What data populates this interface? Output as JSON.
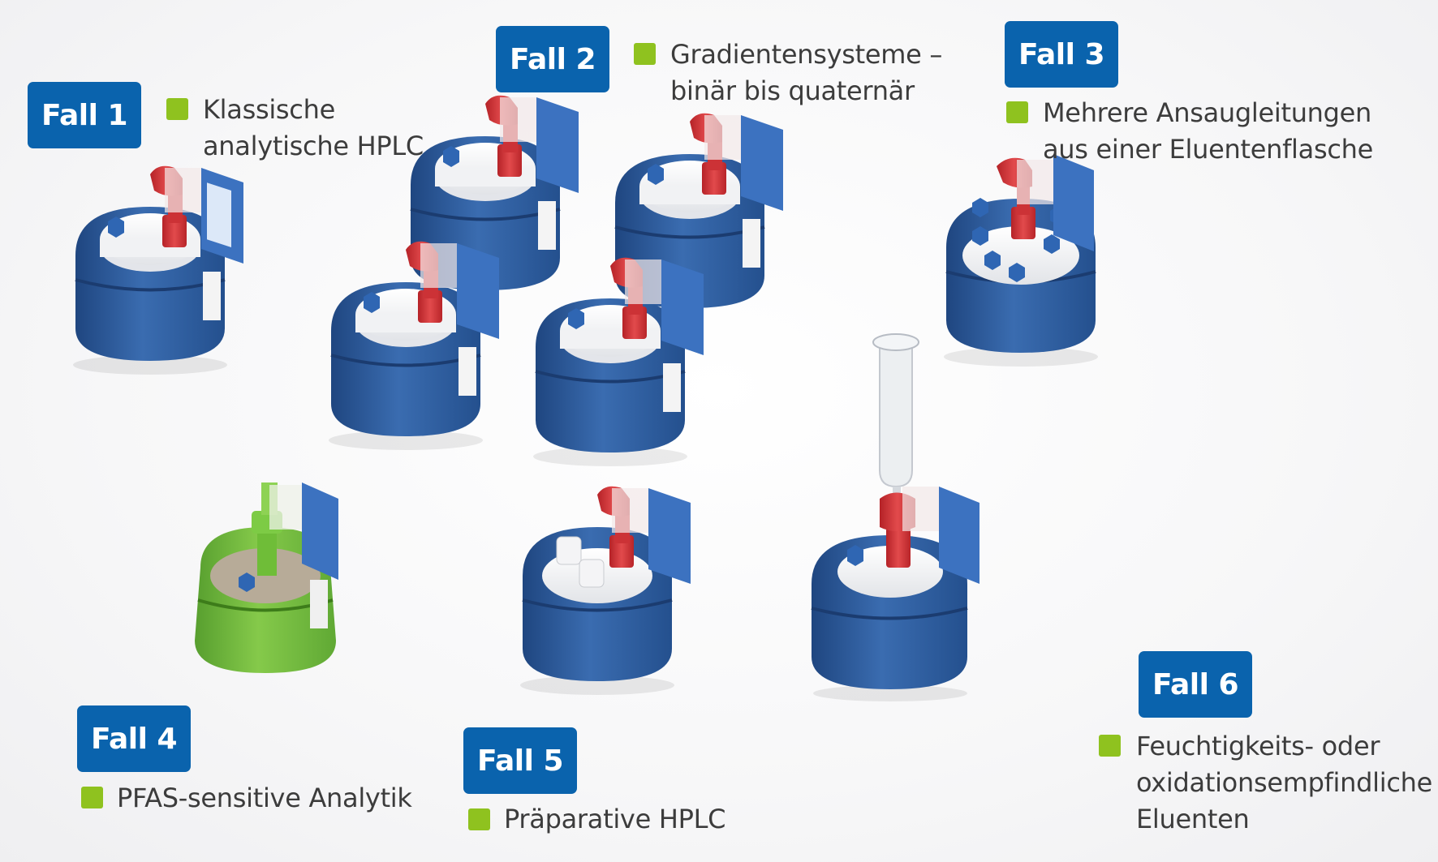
{
  "cases": [
    {
      "badge": "Fall 1",
      "lines": [
        "Klassische",
        "analytische HPLC"
      ]
    },
    {
      "badge": "Fall 2",
      "lines": [
        "Gradientensysteme –",
        "binär bis quaternär"
      ]
    },
    {
      "badge": "Fall 3",
      "lines": [
        "Mehrere Ansaugleitungen",
        "aus einer Eluentenflasche"
      ]
    },
    {
      "badge": "Fall 4",
      "lines": [
        "PFAS-sensitive Analytik"
      ]
    },
    {
      "badge": "Fall 5",
      "lines": [
        "Präparative HPLC"
      ]
    },
    {
      "badge": "Fall 6",
      "lines": [
        "Feuchtigkeits- oder",
        "oxidationsempfindliche",
        "Eluenten"
      ]
    }
  ],
  "colors": {
    "badge": "#0a63ad",
    "bullet": "#8fc21f",
    "cap_blue": "#2f5f9e",
    "cap_green": "#6ab532",
    "valve_red": "#d8383c"
  }
}
